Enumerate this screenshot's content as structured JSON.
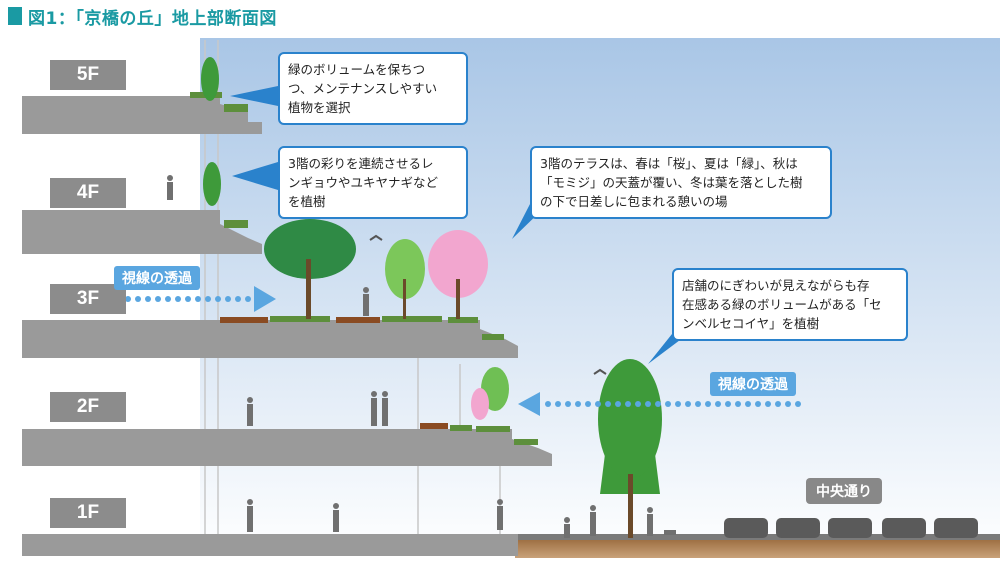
{
  "title": "図1：「京橋の丘」地上部断面図",
  "floors": [
    "5F",
    "4F",
    "3F",
    "2F",
    "1F"
  ],
  "callouts": {
    "c5f": "緑のボリュームを保ちつ\nつ、メンテナンスしやすい\n植物を選択",
    "c4f": "3階の彩りを連続させるレ\nンギョウやユキヤナギなど\nを植樹",
    "c3f": "3階のテラスは、春は「桜」、夏は「緑」、秋は\n「モミジ」の天蓋が覆い、冬は葉を落とした樹\nの下で日差しに包まれる憩いの場",
    "cstore": "店舗のにぎわいが見えながらも存\n在感ある緑のボリュームがある「セ\nンベルセコイヤ」を植樹"
  },
  "labels": {
    "sightline_3f": "視線の透過",
    "sightline_2f": "視線の透過",
    "street": "中央通り"
  },
  "colors": {
    "accent": "#1a9aa3",
    "callout_border": "#2a82cc",
    "sightline": "#5aa6e0",
    "slab": "#9a9a9a",
    "sky_top": "#a9c6e6"
  }
}
